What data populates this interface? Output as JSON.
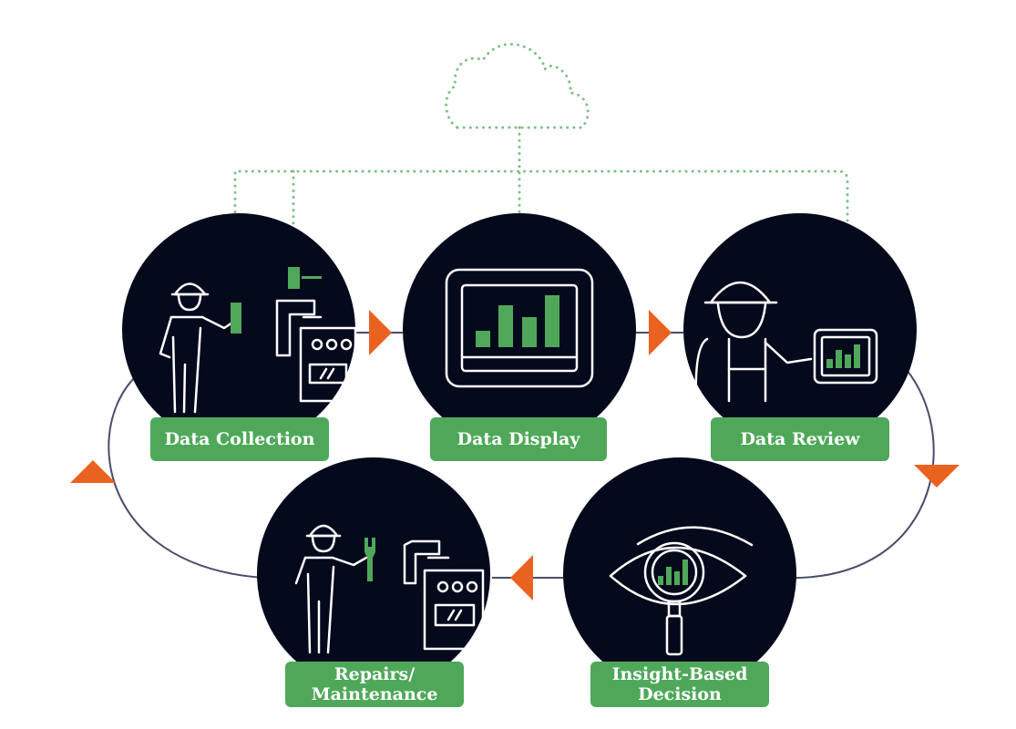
{
  "colors": {
    "circle": "#05091c",
    "accent_green": "#4fa85a",
    "arrow_orange": "#e9621f",
    "connector": "#4a4c6a",
    "dotted": "#7fc08a",
    "line_art": "#ffffff"
  },
  "cloud": {
    "icon": "cloud-icon"
  },
  "steps": [
    {
      "label": "Data Collection",
      "icon": "worker-with-machine-icon"
    },
    {
      "label": "Data Display",
      "icon": "monitor-chart-icon"
    },
    {
      "label": "Data Review",
      "icon": "worker-with-tablet-icon"
    },
    {
      "label": "Repairs/\nMaintenance",
      "icon": "worker-with-wrench-icon"
    },
    {
      "label": "Insight-Based\nDecision",
      "icon": "eye-magnifier-icon"
    }
  ]
}
